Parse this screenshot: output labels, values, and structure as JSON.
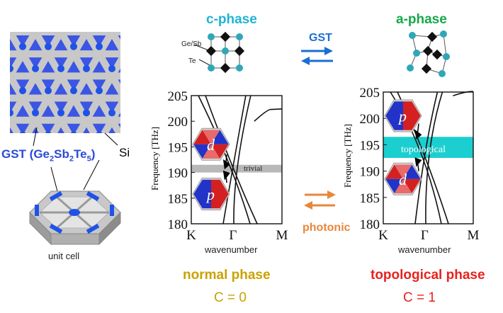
{
  "colors": {
    "c_phase": "#1fb3d4",
    "a_phase": "#14a84a",
    "gst_text": "#2b4ad6",
    "gst_arrow": "#1a6fd1",
    "photonic": "#e8863a",
    "normal": "#c9a200",
    "topological": "#e8221e",
    "band_gap_trivial": "#b8b8b8",
    "band_gap_topo": "#1bcfd0",
    "atom_te": "#2fa7b7",
    "atom_gesb": "#111111",
    "gst_bar": "#1f52e8",
    "si_grey": "#c8c8c8"
  },
  "left": {
    "gst_label": "GST (Ge",
    "gst_sub1": "2",
    "gst_mid1": "Sb",
    "gst_sub2": "2",
    "gst_mid2": "Te",
    "gst_sub3": "5",
    "gst_end": ")",
    "si_label": "Si",
    "unit_cell_label": "unit cell"
  },
  "phases": {
    "c_phase": "c-phase",
    "a_phase": "a-phase",
    "gesb_label": "Ge/Sb",
    "te_label": "Te",
    "gst_switch": "GST",
    "photonic_switch": "photonic"
  },
  "chart_data": [
    {
      "type": "line",
      "ylabel": "Frequency [THz]",
      "xlabel": "wavenumber",
      "x_ticks": [
        "K",
        "Γ",
        "M"
      ],
      "y_ticks": [
        180,
        185,
        190,
        195,
        200,
        205
      ],
      "ylim": [
        180,
        205
      ],
      "band_gap": {
        "label": "trivial",
        "range": [
          190,
          191.5
        ]
      },
      "mode_labels": [
        "d",
        "p"
      ],
      "phase_label": "normal phase",
      "chern": "C = 0"
    },
    {
      "type": "line",
      "ylabel": "Frequency [THz]",
      "xlabel": "wavenumber",
      "x_ticks": [
        "K",
        "Γ",
        "M"
      ],
      "y_ticks": [
        180,
        185,
        190,
        195,
        200,
        205
      ],
      "ylim": [
        180,
        205
      ],
      "band_gap": {
        "label": "topological",
        "range": [
          192.5,
          196.5
        ]
      },
      "mode_labels": [
        "p",
        "d"
      ],
      "phase_label": "topological phase",
      "chern": "C = 1"
    }
  ]
}
